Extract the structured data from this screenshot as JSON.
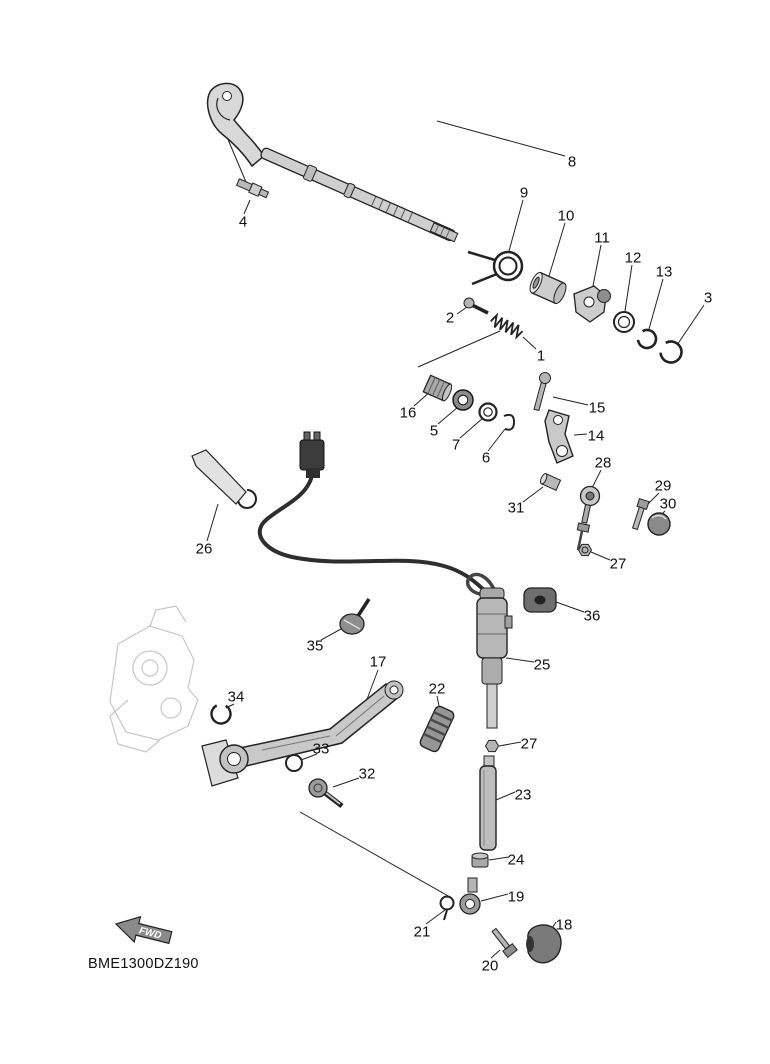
{
  "diagram": {
    "code": "BME1300DZ190",
    "fwd_label": "FWD",
    "callouts": [
      {
        "label": "8"
      },
      {
        "label": "9"
      },
      {
        "label": "10"
      },
      {
        "label": "11"
      },
      {
        "label": "12"
      },
      {
        "label": "13"
      },
      {
        "label": "3"
      },
      {
        "label": "4"
      },
      {
        "label": "2"
      },
      {
        "label": "1"
      },
      {
        "label": "16"
      },
      {
        "label": "5"
      },
      {
        "label": "7"
      },
      {
        "label": "6"
      },
      {
        "label": "15"
      },
      {
        "label": "14"
      },
      {
        "label": "28"
      },
      {
        "label": "29"
      },
      {
        "label": "30"
      },
      {
        "label": "31"
      },
      {
        "label": "27"
      },
      {
        "label": "26"
      },
      {
        "label": "36"
      },
      {
        "label": "35"
      },
      {
        "label": "25"
      },
      {
        "label": "17"
      },
      {
        "label": "22"
      },
      {
        "label": "34"
      },
      {
        "label": "33"
      },
      {
        "label": "27"
      },
      {
        "label": "32"
      },
      {
        "label": "23"
      },
      {
        "label": "24"
      },
      {
        "label": "19"
      },
      {
        "label": "21"
      },
      {
        "label": "18"
      },
      {
        "label": "20"
      }
    ]
  }
}
